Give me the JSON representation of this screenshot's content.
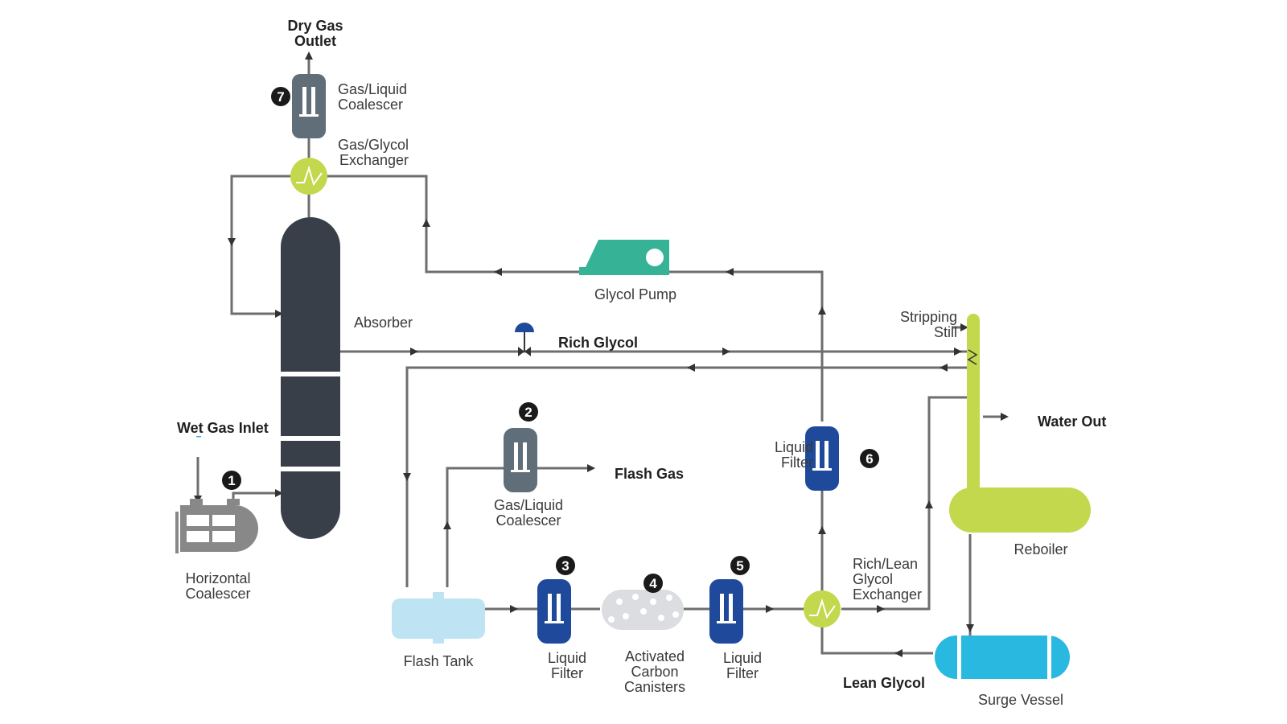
{
  "labels": {
    "dry_gas_outlet": [
      "Dry Gas",
      "Outlet"
    ],
    "top_coalescer": [
      "Gas/Liquid",
      "Coalescer"
    ],
    "gas_glycol_exchanger": [
      "Gas/Glycol",
      "Exchanger"
    ],
    "glycol_pump": "Glycol Pump",
    "absorber": "Absorber",
    "rich_glycol": "Rich Glycol",
    "stripping_still": [
      "Stripping",
      "Still"
    ],
    "water_out": "Water Out",
    "wet_gas_inlet": "Wet Gas Inlet",
    "horizontal_coalescer": [
      "Horizontal",
      "Coalescer"
    ],
    "flash_gas": "Flash Gas",
    "flash_coalescer": [
      "Gas/Liquid",
      "Coalescer"
    ],
    "liquid_filter_6": [
      "Liquid",
      "Filter"
    ],
    "reboiler": "Reboiler",
    "rich_lean_exchanger": [
      "Rich/Lean",
      "Glycol",
      "Exchanger"
    ],
    "flash_tank": "Flash Tank",
    "liquid_filter_3": [
      "Liquid",
      "Filter"
    ],
    "activated_carbon": [
      "Activated",
      "Carbon",
      "Canisters"
    ],
    "liquid_filter_5": [
      "Liquid",
      "Filter"
    ],
    "lean_glycol": "Lean Glycol",
    "surge_vessel": "Surge Vessel"
  },
  "markers": [
    "1",
    "2",
    "3",
    "4",
    "5",
    "6",
    "7"
  ],
  "colors": {
    "absorber": "#383f48",
    "filter_blue": "#1f4a9c",
    "coalescer_gray": "#5f6e78",
    "exchanger_green": "#c3d84c",
    "pump_teal": "#36b396",
    "flash_tank": "#bee3f2",
    "surge_vessel": "#29b8e0",
    "carbon": "#dcdde0",
    "horizontal_coalescer": "#888888",
    "pipe": "#6e6e6e",
    "valve": "#1f4a9c"
  }
}
